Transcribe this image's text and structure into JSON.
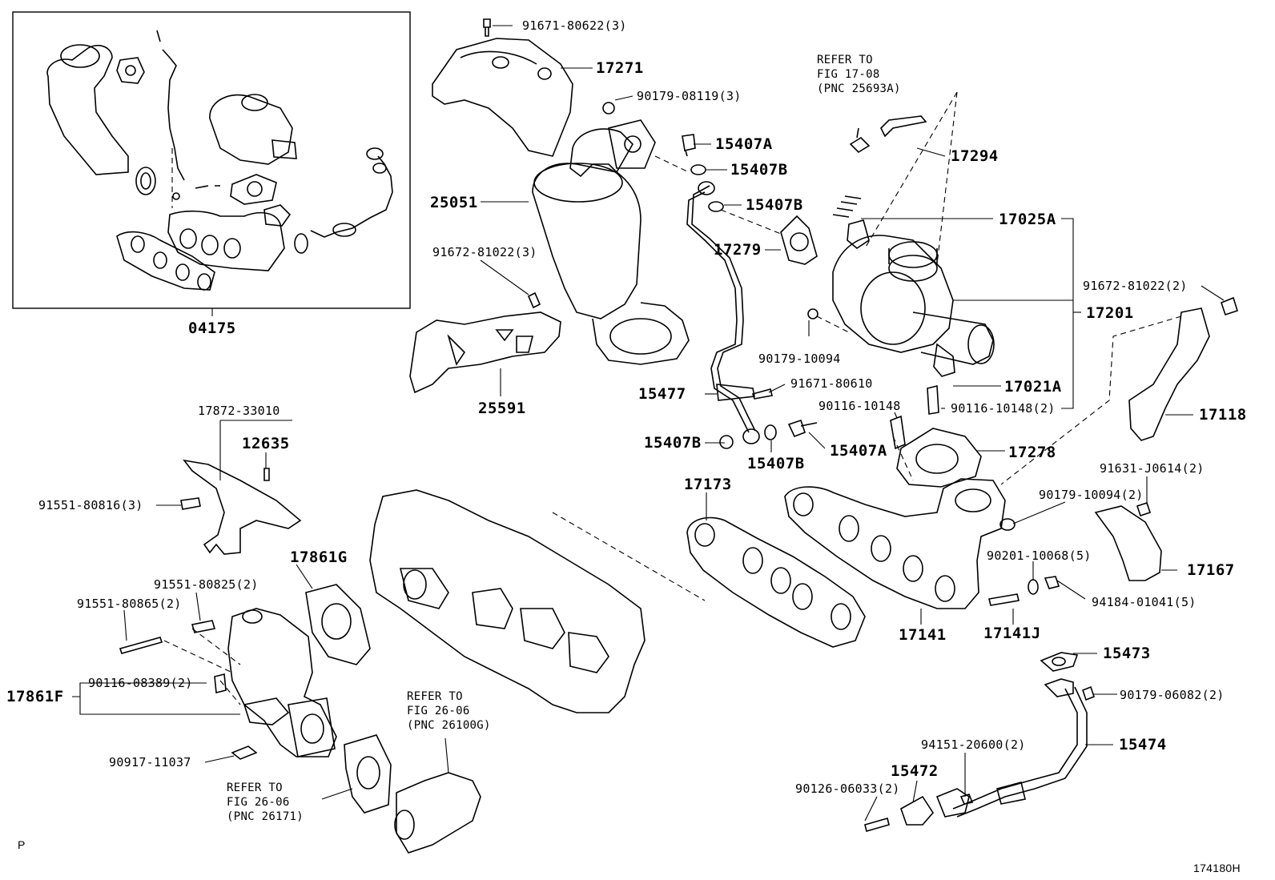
{
  "labels": {
    "p91671_80622": "91671-80622(3)",
    "p17271": "17271",
    "p90179_08119": "90179-08119(3)",
    "p15407A_1": "15407A",
    "p15407B_1": "15407B",
    "p15407B_2": "15407B",
    "p25051": "25051",
    "p91672_81022_a": "91672-81022(3)",
    "p17279": "17279",
    "p17025A": "17025A",
    "p17294": "17294",
    "p17201": "17201",
    "p91672_81022_b": "91672-81022(2)",
    "p90179_10094_a": "90179-10094",
    "p17021A": "17021A",
    "p91671_80610": "91671-80610",
    "p90116_10148_a": "90116-10148",
    "p90116_10148_b": "90116-10148(2)",
    "p15477": "15477",
    "p25591": "25591",
    "p15407B_3": "15407B",
    "p15407B_4": "15407B",
    "p15407A_2": "15407A",
    "p17278": "17278",
    "p17118": "17118",
    "p04175": "04175",
    "p17872_33010": "17872-33010",
    "p12635": "12635",
    "p91551_80816": "91551-80816(3)",
    "p17173": "17173",
    "p91631_J0614": "91631-J0614(2)",
    "p90179_10094_b": "90179-10094(2)",
    "p17861G": "17861G",
    "p91551_80825": "91551-80825(2)",
    "p91551_80865": "91551-80865(2)",
    "p90201_10068": "90201-10068(5)",
    "p17167": "17167",
    "p94184_01041": "94184-01041(5)",
    "p17141": "17141",
    "p17141J": "17141J",
    "p15473": "15473",
    "p17861F": "17861F",
    "p90116_08389": "90116-08389(2)",
    "p90179_06082": "90179-06082(2)",
    "p90917_11037": "90917-11037",
    "p15474": "15474",
    "p94151_20600": "94151-20600(2)",
    "p15472": "15472",
    "p90126_06033": "90126-06033(2)"
  },
  "refs": {
    "r1": "REFER TO\nFIG 17-08\n(PNC 25693A)",
    "r2": "REFER TO\nFIG 26-06\n(PNC 26100G)",
    "r3": "REFER TO\nFIG 26-06\n(PNC 26171)"
  },
  "corner": {
    "left": "P",
    "right": "174180H"
  }
}
